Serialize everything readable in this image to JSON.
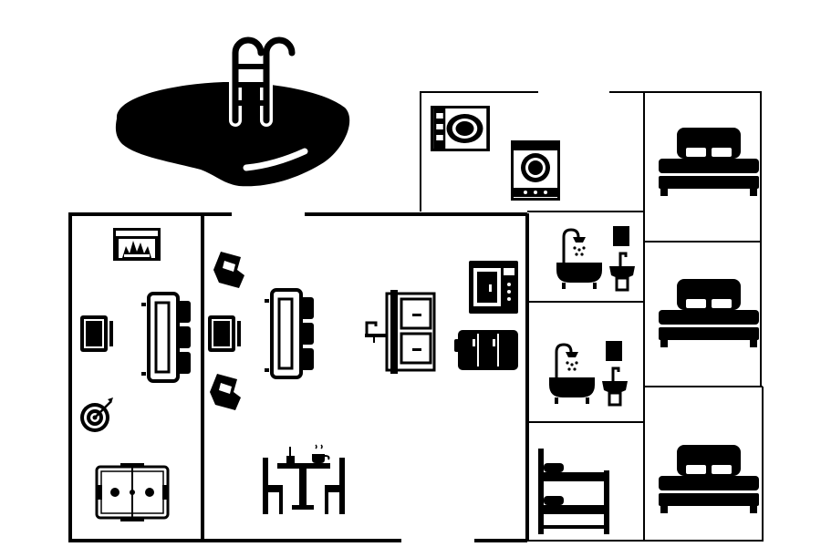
{
  "floorplan": {
    "background": "#ffffff",
    "ink": "#000000",
    "rooms": [
      {
        "id": "pool-area",
        "label": "",
        "icons": [
          "pool-ladder-icon"
        ]
      },
      {
        "id": "laundry-room",
        "label": "",
        "icons": [
          "washing-machine-icon",
          "washing-machine-icon"
        ]
      },
      {
        "id": "game-room",
        "label": "",
        "icons": [
          "fireplace-icon",
          "tv-icon",
          "sofa-icon",
          "dartboard-icon",
          "air-hockey-table-icon"
        ]
      },
      {
        "id": "living-kitchen",
        "label": "",
        "icons": [
          "armchair-icon",
          "armchair-icon",
          "tv-icon",
          "sofa-icon",
          "sink-cabinet-icon",
          "microwave-icon",
          "kitchen-counter-icon",
          "dining-table-icon"
        ]
      },
      {
        "id": "bathroom-1",
        "label": "",
        "icons": [
          "bathtub-shower-icon",
          "washbasin-icon"
        ]
      },
      {
        "id": "bathroom-2",
        "label": "",
        "icons": [
          "bathtub-shower-icon",
          "washbasin-icon"
        ]
      },
      {
        "id": "bunk-room",
        "label": "",
        "icons": [
          "bunk-bed-icon"
        ]
      },
      {
        "id": "bedroom-1",
        "label": "",
        "icons": [
          "double-bed-icon"
        ]
      },
      {
        "id": "bedroom-2",
        "label": "",
        "icons": [
          "double-bed-icon"
        ]
      },
      {
        "id": "bedroom-3",
        "label": "",
        "icons": [
          "double-bed-icon"
        ]
      }
    ]
  }
}
